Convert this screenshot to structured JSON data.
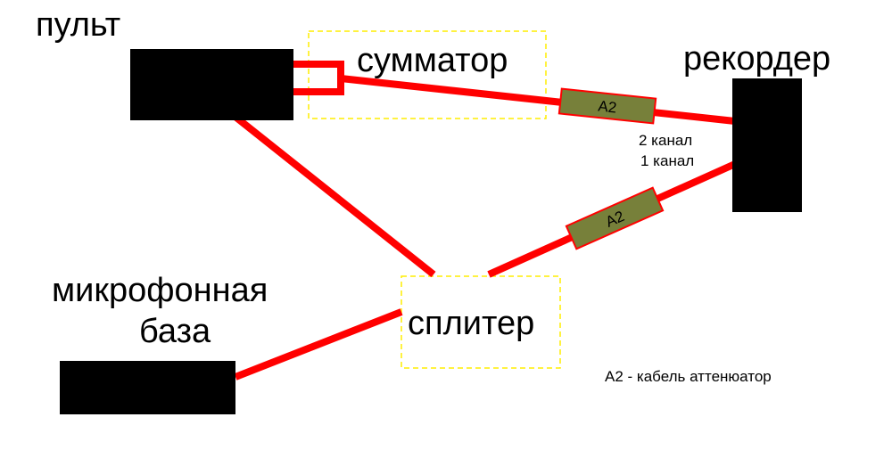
{
  "labels": {
    "console": "пульт",
    "summator": "сумматор",
    "recorder": "рекордер",
    "mic_base_line1": "микрофонная",
    "mic_base_line2": "база",
    "splitter": "сплитер",
    "channel_2": "2 канал",
    "channel_1": "1 канал",
    "attenuator_top": "A2",
    "attenuator_bottom": "A2",
    "legend": "A2 - кабель аттенюатор"
  },
  "colors": {
    "cable": "#ff0000",
    "device": "#000000",
    "attenuator_fill": "#77803a",
    "box_outline": "#ffee00"
  }
}
